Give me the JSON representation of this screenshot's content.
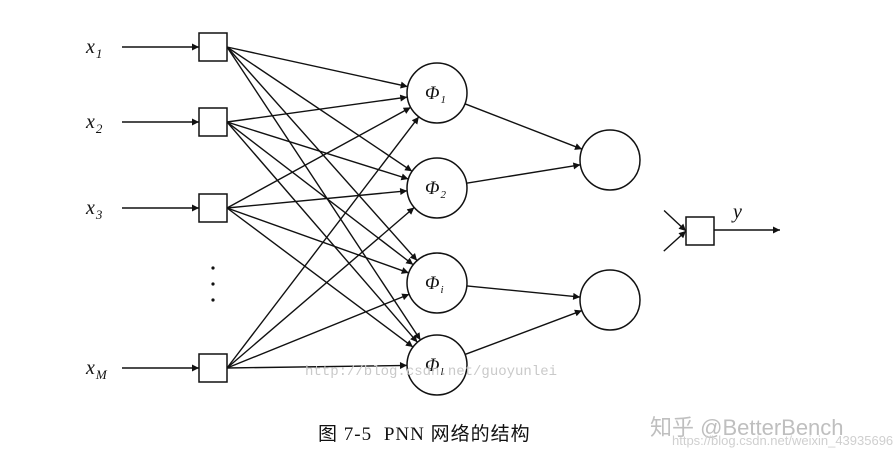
{
  "inputs": [
    {
      "var": "x",
      "sub": "1"
    },
    {
      "var": "x",
      "sub": "2"
    },
    {
      "var": "x",
      "sub": "3"
    },
    {
      "var": "x",
      "sub": "M"
    }
  ],
  "pattern_units": [
    {
      "sym": "Φ",
      "sub": "1"
    },
    {
      "sym": "Φ",
      "sub": "2"
    },
    {
      "sym": "Φ",
      "sub": "i"
    },
    {
      "sym": "Φ",
      "sub": "l"
    }
  ],
  "output_label": "y",
  "caption": {
    "fig": "图 7-5",
    "text": "PNN 网络的结构"
  },
  "watermarks": {
    "blog_url": "http://blog.csdn.net/guoyunlei",
    "zhihu": "知乎 @BetterBench",
    "csdn_url": "https://blog.csdn.net/weixin_43935696"
  }
}
